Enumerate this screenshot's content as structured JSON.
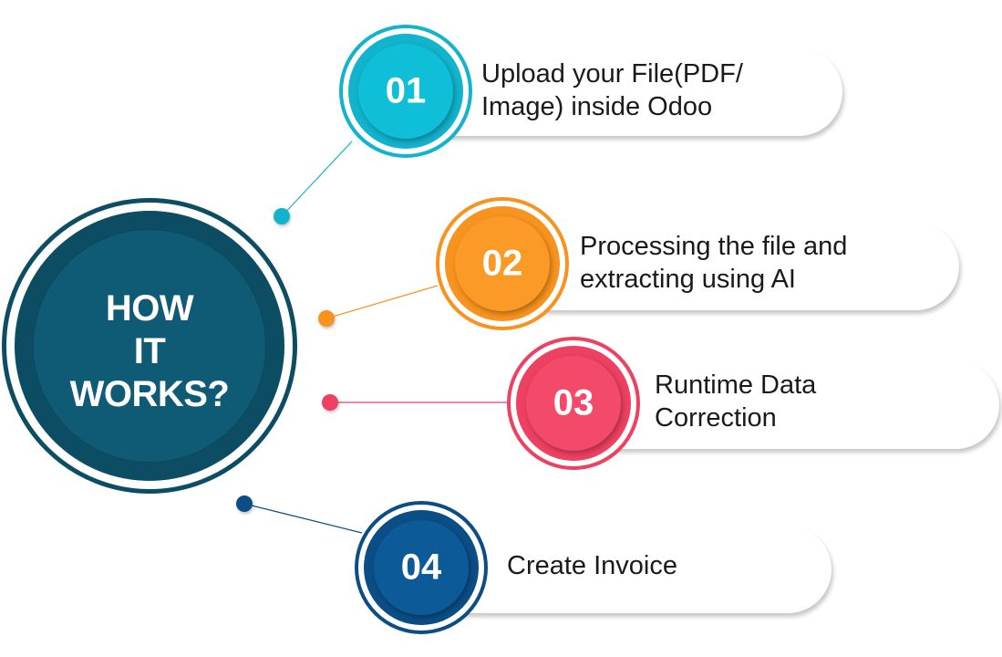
{
  "hub": {
    "title_lines": [
      "HOW",
      "IT",
      "WORKS?"
    ],
    "color": "#0c4d64"
  },
  "steps": [
    {
      "number": "01",
      "text_lines": [
        "Upload your File(PDF/",
        "Image) inside Odoo"
      ],
      "color": "#12b3cc"
    },
    {
      "number": "02",
      "text_lines": [
        "Processing the file and",
        "extracting using AI"
      ],
      "color": "#f7931e"
    },
    {
      "number": "03",
      "text_lines": [
        "Runtime Data",
        "Correction"
      ],
      "color": "#ee4060"
    },
    {
      "number": "04",
      "text_lines": [
        "Create Invoice"
      ],
      "color": "#0b4e86"
    }
  ]
}
